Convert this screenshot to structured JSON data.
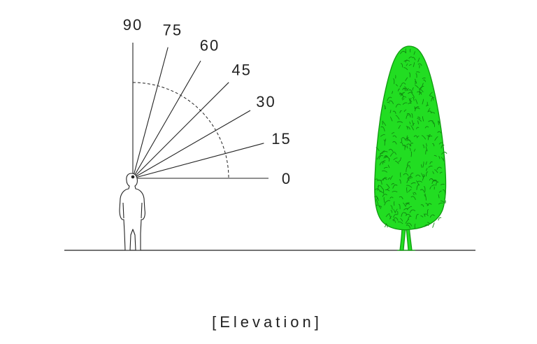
{
  "diagram": {
    "caption": "[Elevation]",
    "angles": [
      {
        "degrees": 90,
        "label": "90"
      },
      {
        "degrees": 75,
        "label": "75"
      },
      {
        "degrees": 60,
        "label": "60"
      },
      {
        "degrees": 45,
        "label": "45"
      },
      {
        "degrees": 30,
        "label": "30"
      },
      {
        "degrees": 15,
        "label": "15"
      },
      {
        "degrees": 0,
        "label": "0"
      }
    ],
    "colors": {
      "line": "#222222",
      "tree_fill": "#22dd22",
      "tree_dark": "#119911",
      "background": "#ffffff"
    }
  }
}
